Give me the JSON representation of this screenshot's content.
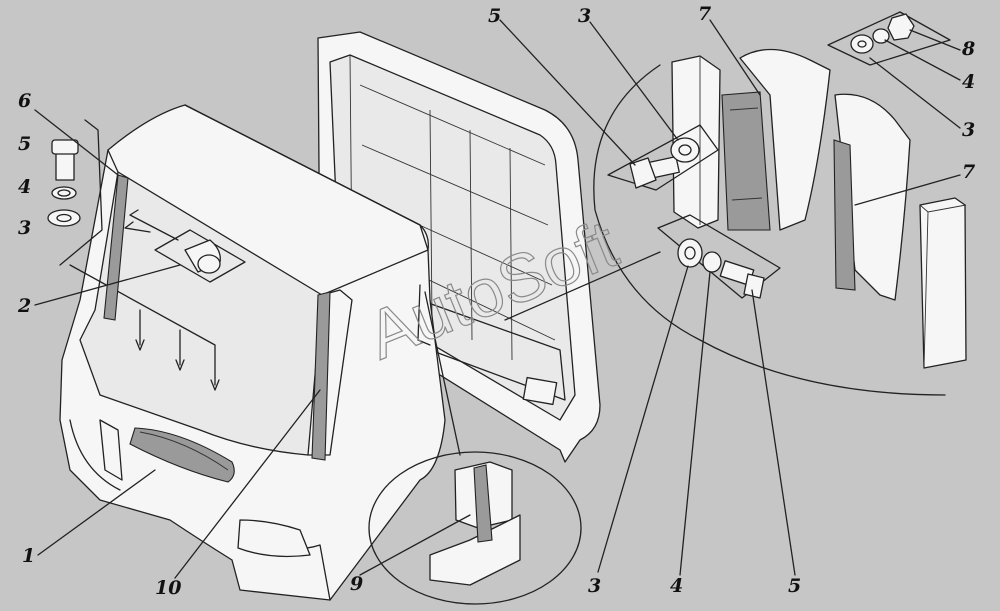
{
  "watermark": "AutoSoft",
  "callouts": [
    "1",
    "2",
    "3",
    "4",
    "5",
    "6",
    "7",
    "8",
    "9",
    "10"
  ]
}
